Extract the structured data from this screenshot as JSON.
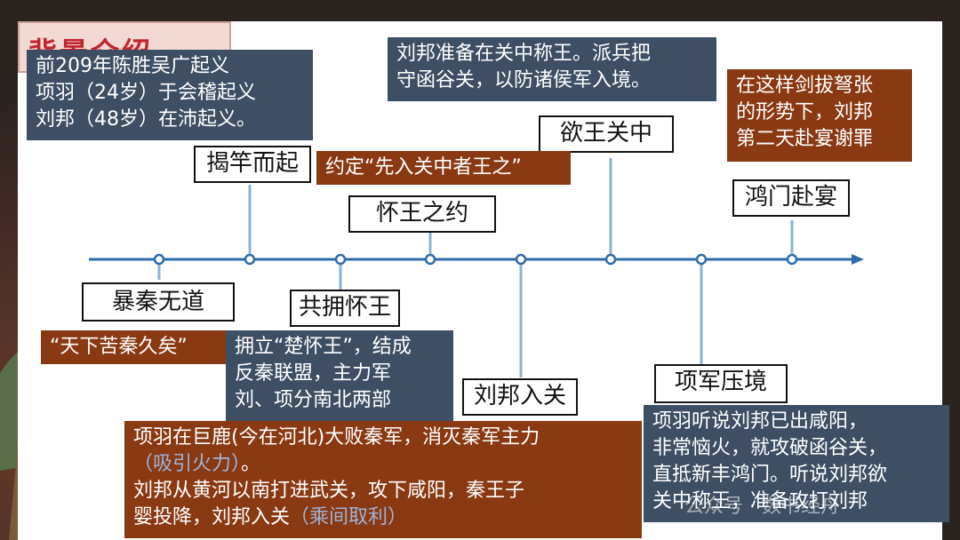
{
  "header": {
    "title": "背景介绍"
  },
  "events": {
    "e1": "暴秦无道",
    "e2": "揭竿而起",
    "e3": "共拥怀王",
    "e4": "怀王之约",
    "e5": "刘邦入关",
    "e6": "欲王关中",
    "e7": "项军压境",
    "e8": "鸿门赴宴"
  },
  "notes": {
    "uprising": [
      "前209年陈胜吴广起义",
      "项羽（24岁）于会稽起义",
      "刘邦（48岁）在沛起义。"
    ],
    "quote": "“天下苦秦久矣”",
    "pact": "约定“先入关中者王之”",
    "alliance": [
      "拥立“楚怀王”，结成",
      "反秦联盟，主力军",
      "刘、项分南北两部"
    ],
    "king": [
      "刘邦准备在关中称王。派兵把",
      "守函谷关，以防诸侯军入境。"
    ],
    "feast": [
      "在这样剑拔弩张",
      "的形势下，刘邦",
      "第二天赴宴谢罪"
    ],
    "xiangyu_1": "项羽在巨鹿(今在河北)大败秦军，消灭秦军主力",
    "xiangyu_1b": "（吸引火力）",
    "xiangyu_1c": "。",
    "liubang_1": "刘邦从黄河以南打进武关，攻下咸阳，秦王子",
    "liubang_2": "婴投降，刘邦入关",
    "liubang_2b": "（乘间取利）",
    "army": [
      "项羽听说刘邦已出咸阳，",
      "非常恼火，就攻破函谷关，",
      "直抵新丰鸿门。听说刘邦欲",
      "关中称王，准备攻打刘邦"
    ]
  },
  "watermark": "公众号 · 数书经舟",
  "colors": {
    "slate": "#3e4f63",
    "brown": "#8a3a12",
    "timeline": "#2f6aa8",
    "title": "#c0262d"
  }
}
